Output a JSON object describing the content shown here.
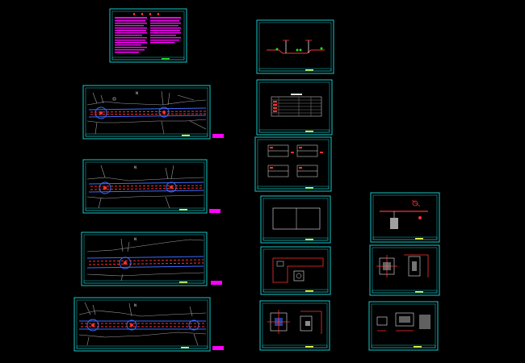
{
  "canvas": {
    "background": "#000000"
  },
  "colors": {
    "frame": "#18c8c8",
    "tag": "#ff00ff",
    "road": "#ff3030",
    "hatch": "#3a6cff",
    "green": "#20e020",
    "yellow": "#ffff40",
    "white": "#e8e8e8"
  },
  "sheets": [
    {
      "name": "sheet-general-notes",
      "kind": "notes"
    },
    {
      "name": "sheet-plan-1",
      "kind": "road-plan"
    },
    {
      "name": "sheet-plan-2",
      "kind": "road-plan"
    },
    {
      "name": "sheet-plan-3",
      "kind": "road-plan"
    },
    {
      "name": "sheet-plan-4",
      "kind": "road-plan"
    },
    {
      "name": "sheet-cross-section",
      "kind": "section"
    },
    {
      "name": "sheet-quantity-table",
      "kind": "table"
    },
    {
      "name": "sheet-detail-blocks",
      "kind": "details"
    },
    {
      "name": "sheet-pit-plan",
      "kind": "plan"
    },
    {
      "name": "sheet-pit-section",
      "kind": "detail"
    },
    {
      "name": "sheet-foundation-detail",
      "kind": "detail"
    },
    {
      "name": "sheet-pole-elevation",
      "kind": "detail"
    },
    {
      "name": "sheet-pole-detail",
      "kind": "detail"
    },
    {
      "name": "sheet-junction-box",
      "kind": "detail"
    }
  ]
}
